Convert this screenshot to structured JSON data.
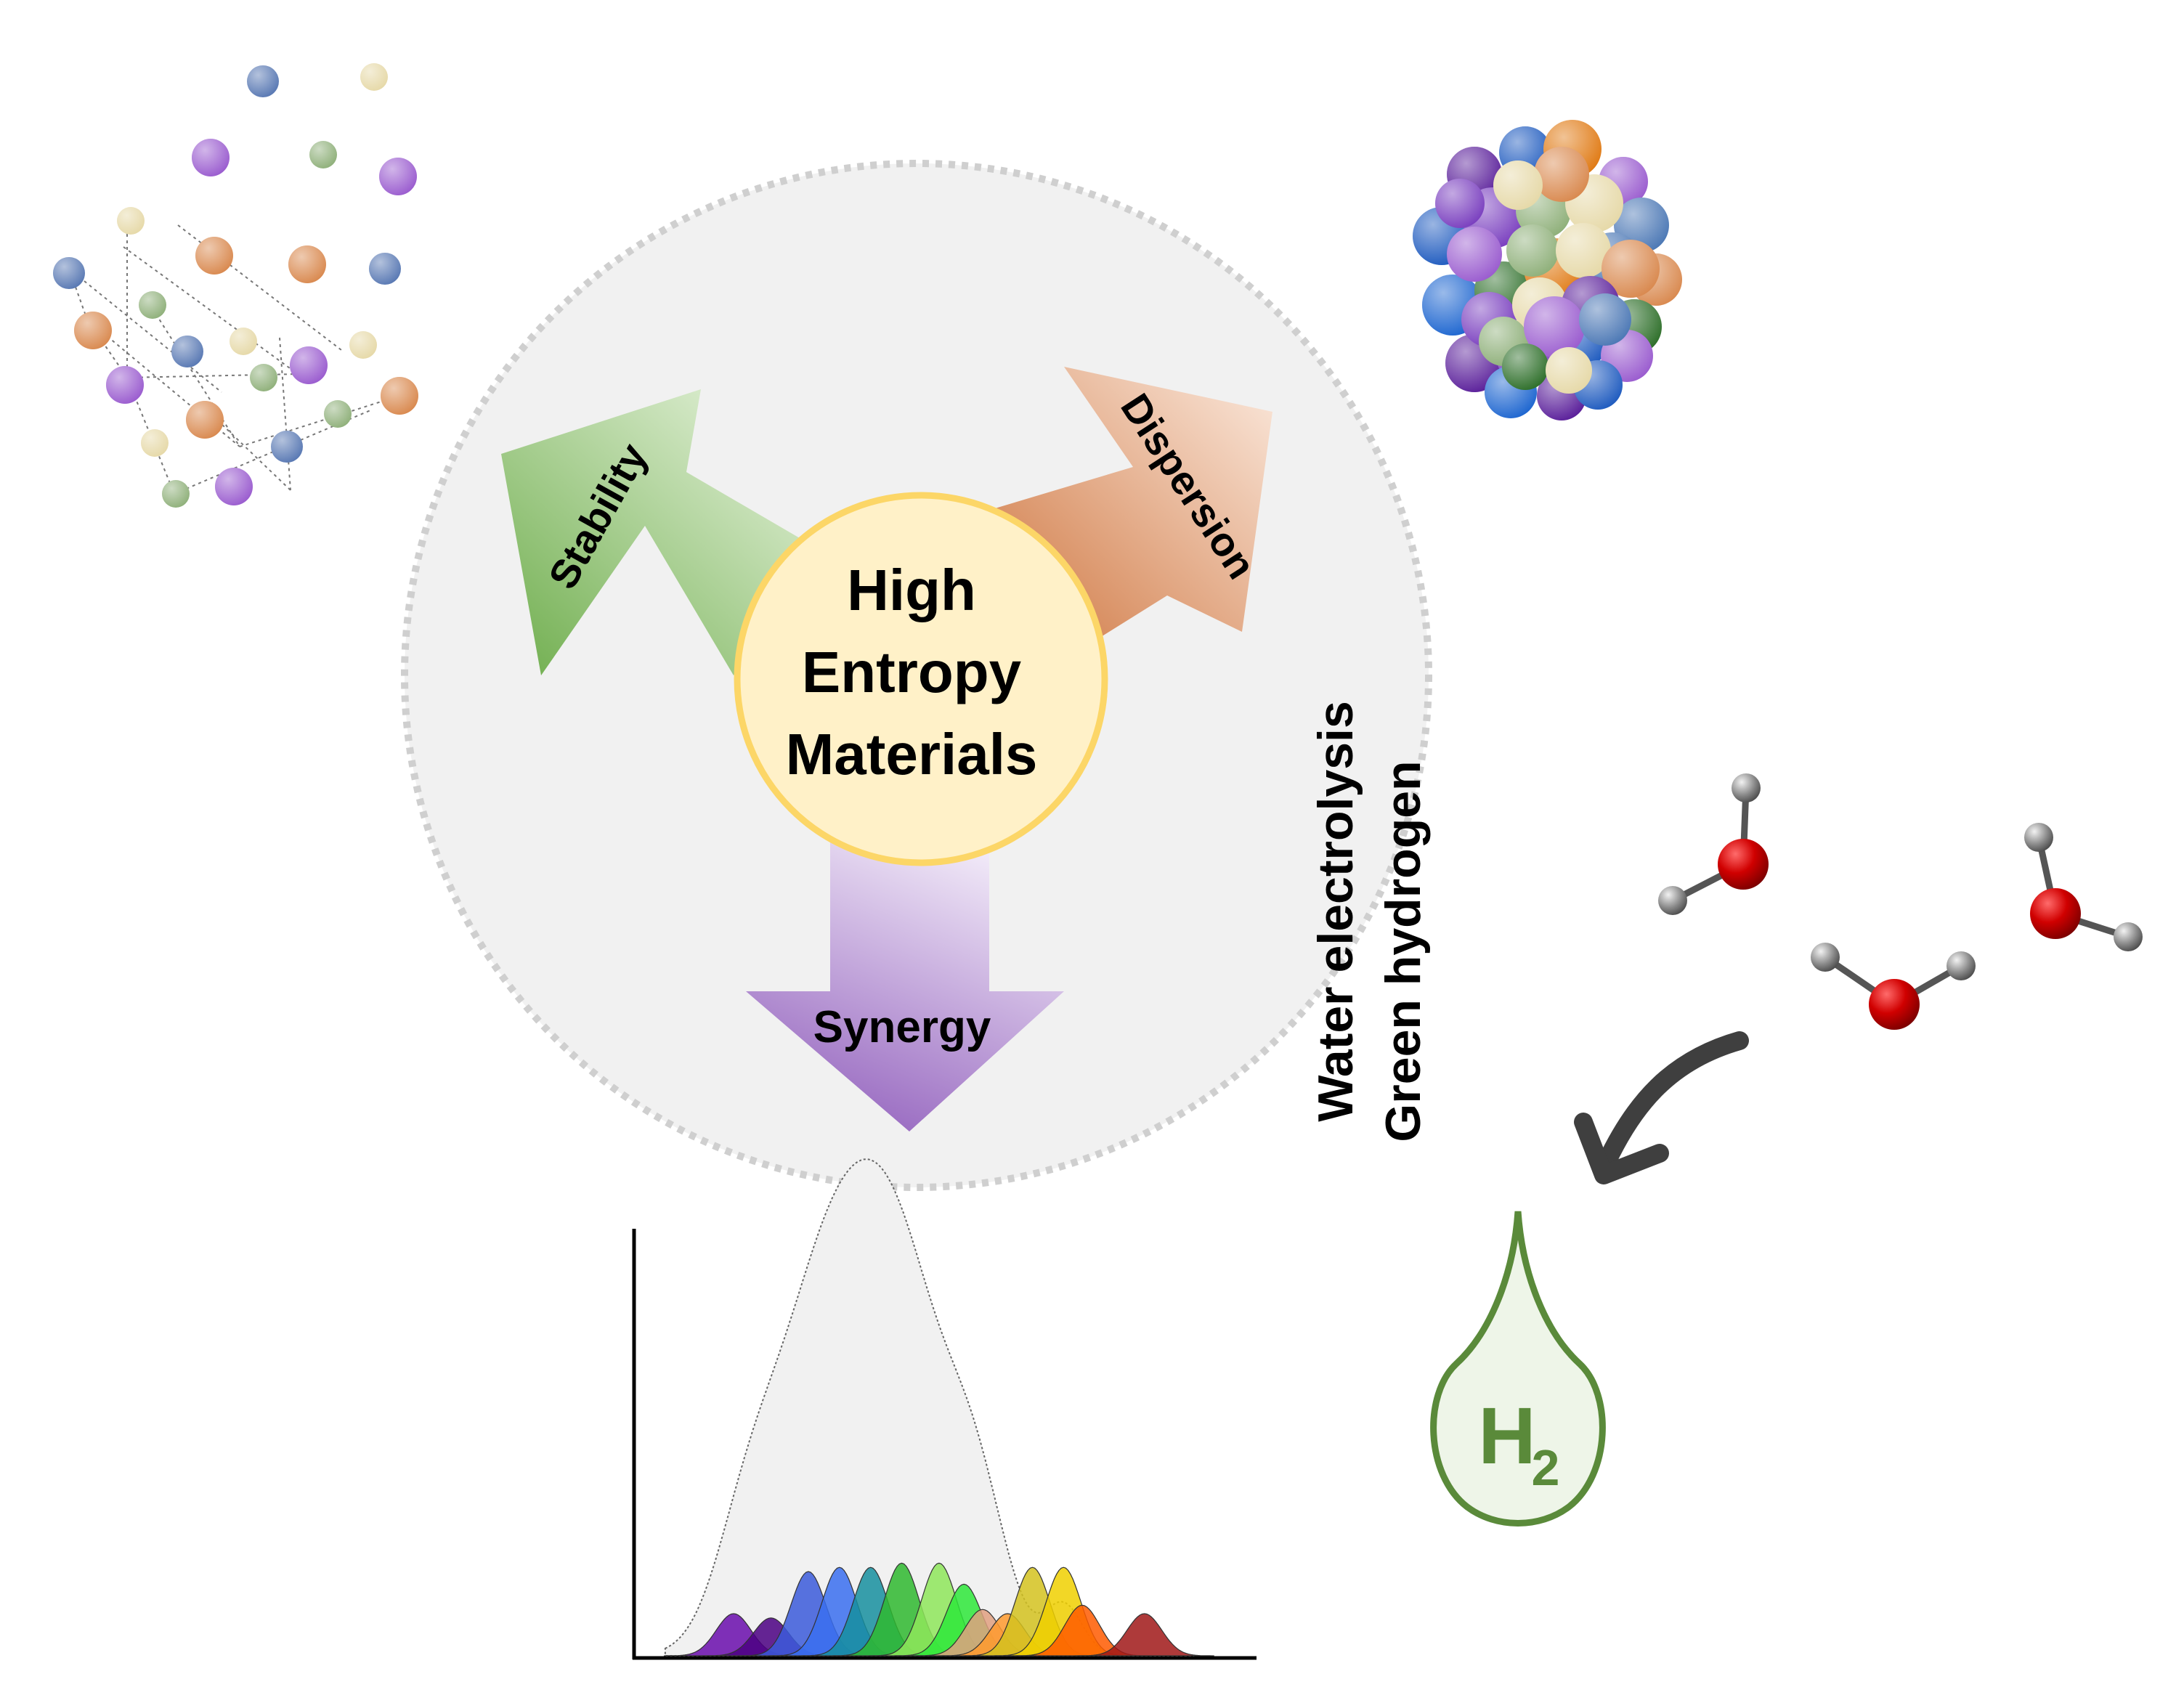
{
  "center": {
    "lines": [
      "High",
      "Entropy",
      "Materials"
    ]
  },
  "arrows": {
    "stability": "Stability",
    "dispersion": "Dispersion",
    "synergy": "Synergy"
  },
  "application": {
    "line1": "Water electrolysis",
    "line2": "Green hydrogen"
  },
  "product": {
    "symbol": "H",
    "subscript": "2"
  },
  "colors": {
    "stability": "#7fb85e",
    "dispersion": "#d98652",
    "synergy": "#9b6cc4",
    "droplet": "#5a8a3a",
    "core_fill": "#fff1c8",
    "core_stroke": "#fcd667"
  },
  "chart_data": {
    "type": "area",
    "series": [
      {
        "peak": 0.16,
        "height": 0.1
      },
      {
        "peak": 0.22,
        "height": 0.09
      },
      {
        "peak": 0.28,
        "height": 0.2
      },
      {
        "peak": 0.33,
        "height": 0.21
      },
      {
        "peak": 0.38,
        "height": 0.21
      },
      {
        "peak": 0.43,
        "height": 0.22
      },
      {
        "peak": 0.49,
        "height": 0.22
      },
      {
        "peak": 0.53,
        "height": 0.17
      },
      {
        "peak": 0.56,
        "height": 0.11
      },
      {
        "peak": 0.6,
        "height": 0.1
      },
      {
        "peak": 0.64,
        "height": 0.21
      },
      {
        "peak": 0.69,
        "height": 0.21
      },
      {
        "peak": 0.72,
        "height": 0.12
      },
      {
        "peak": 0.82,
        "height": 0.1
      }
    ],
    "envelope_peak": 0.32
  },
  "icons": {
    "lattice": "crystal-lattice-icon",
    "nanoparticle": "nanoparticle-cluster-icon",
    "molecules": "water-molecule-icon",
    "curved_arrow": "curved-arrow-icon",
    "droplet": "hydrogen-droplet-icon"
  }
}
